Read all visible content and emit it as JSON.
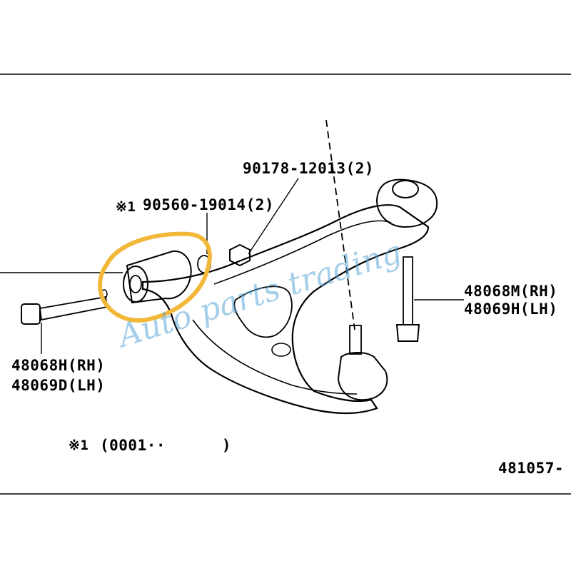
{
  "labels": {
    "part_nut_top": "90178-12013(2)",
    "marker_1": "※1",
    "part_bushing_bolt": "90560-19014(2)",
    "part_rear_bolt_rh": "48068M(RH)",
    "part_rear_bolt_lh": "48069H(LH)",
    "part_front_bolt_rh": "48068H(RH)",
    "part_front_bolt_lh": "48069D(LH)",
    "footnote_marker": "※1",
    "footnote_text": "(0001··      )",
    "figure_number": "481057-"
  },
  "watermark": {
    "text": "Auto parts trading",
    "color": "#5aa7d8"
  },
  "colors": {
    "line": "#000000",
    "highlight_ring": "#f2b83a"
  }
}
